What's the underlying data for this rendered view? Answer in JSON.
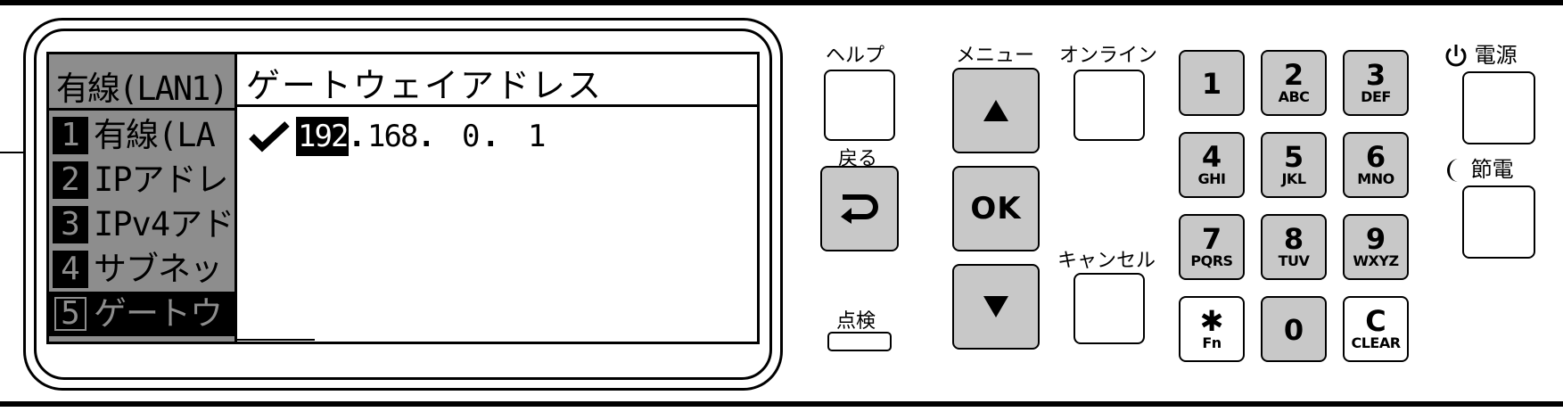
{
  "lcd": {
    "menu_title": "有線(LAN1)",
    "menu_items": [
      {
        "num": "1",
        "label": "有線(LA"
      },
      {
        "num": "2",
        "label": "IPアドレ"
      },
      {
        "num": "3",
        "label": "IPv4アド"
      },
      {
        "num": "4",
        "label": "サブネッ"
      },
      {
        "num": "5",
        "label": "ゲートウ"
      }
    ],
    "selected_index": 4,
    "screen_title": "ゲートウェイアドレス",
    "ip_octets": [
      "192",
      "168",
      "0",
      "1"
    ],
    "active_octet_index": 0
  },
  "buttons": {
    "help": "ヘルプ",
    "back": "戻る",
    "inspect": "点検",
    "menu": "メニュー",
    "ok": "OK",
    "online": "オンライン",
    "cancel": "キャンセル",
    "power": "電源",
    "power_save": "節電"
  },
  "keypad": [
    {
      "main": "1",
      "sub": ""
    },
    {
      "main": "2",
      "sub": "ABC"
    },
    {
      "main": "3",
      "sub": "DEF"
    },
    {
      "main": "4",
      "sub": "GHI"
    },
    {
      "main": "5",
      "sub": "JKL"
    },
    {
      "main": "6",
      "sub": "MNO"
    },
    {
      "main": "7",
      "sub": "PQRS"
    },
    {
      "main": "8",
      "sub": "TUV"
    },
    {
      "main": "9",
      "sub": "WXYZ"
    },
    {
      "main": "✱",
      "sub": "Fn"
    },
    {
      "main": "0",
      "sub": ""
    },
    {
      "main": "C",
      "sub": "CLEAR"
    }
  ],
  "icons": {
    "check": "check-icon",
    "back": "return-arrow-icon",
    "up": "up-triangle-icon",
    "down": "down-triangle-icon",
    "power": "power-icon",
    "moon": "moon-icon"
  }
}
